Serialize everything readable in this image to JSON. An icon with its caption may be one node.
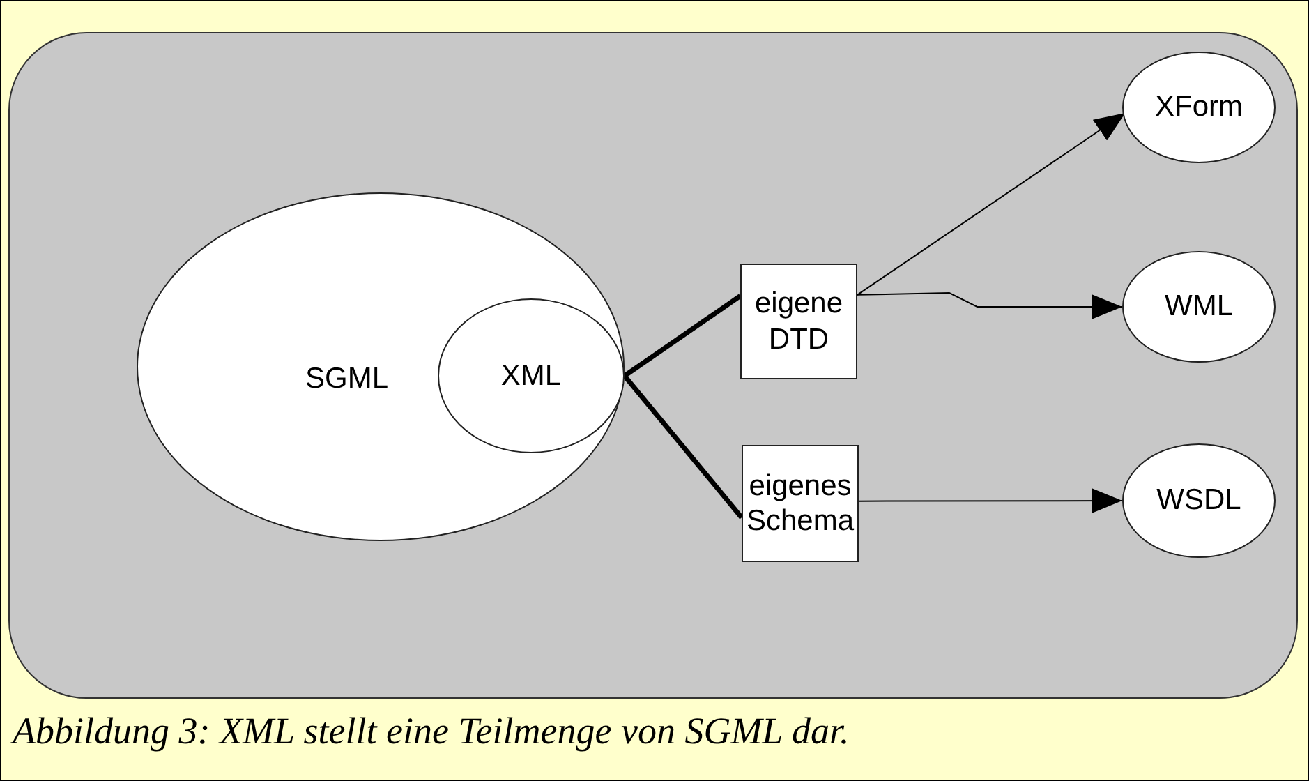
{
  "diagram": {
    "caption": "Abbildung 3: XML stellt eine Teilmenge von SGML dar.",
    "nodes": [
      {
        "text": [
          "SGML"
        ]
      },
      {
        "text": [
          "XML"
        ],
        "in": 0
      },
      {
        "text": [
          "eigene DTD"
        ]
      },
      {
        "text": [
          "eigenes Schema"
        ]
      },
      {
        "text": [
          "XForm"
        ]
      },
      {
        "text": [
          "WML"
        ]
      },
      {
        "text": [
          "WSDL"
        ]
      }
    ],
    "edges": [
      {
        "from": 1,
        "to": 2,
        "arrow": "none",
        "style": "thick"
      },
      {
        "from": 1,
        "to": 3,
        "arrow": "none",
        "style": "thick"
      },
      {
        "from": 2,
        "to": 4,
        "arrow": "to"
      },
      {
        "from": 2,
        "to": 5,
        "arrow": "to"
      },
      {
        "from": 3,
        "to": 6,
        "arrow": "to"
      }
    ]
  }
}
